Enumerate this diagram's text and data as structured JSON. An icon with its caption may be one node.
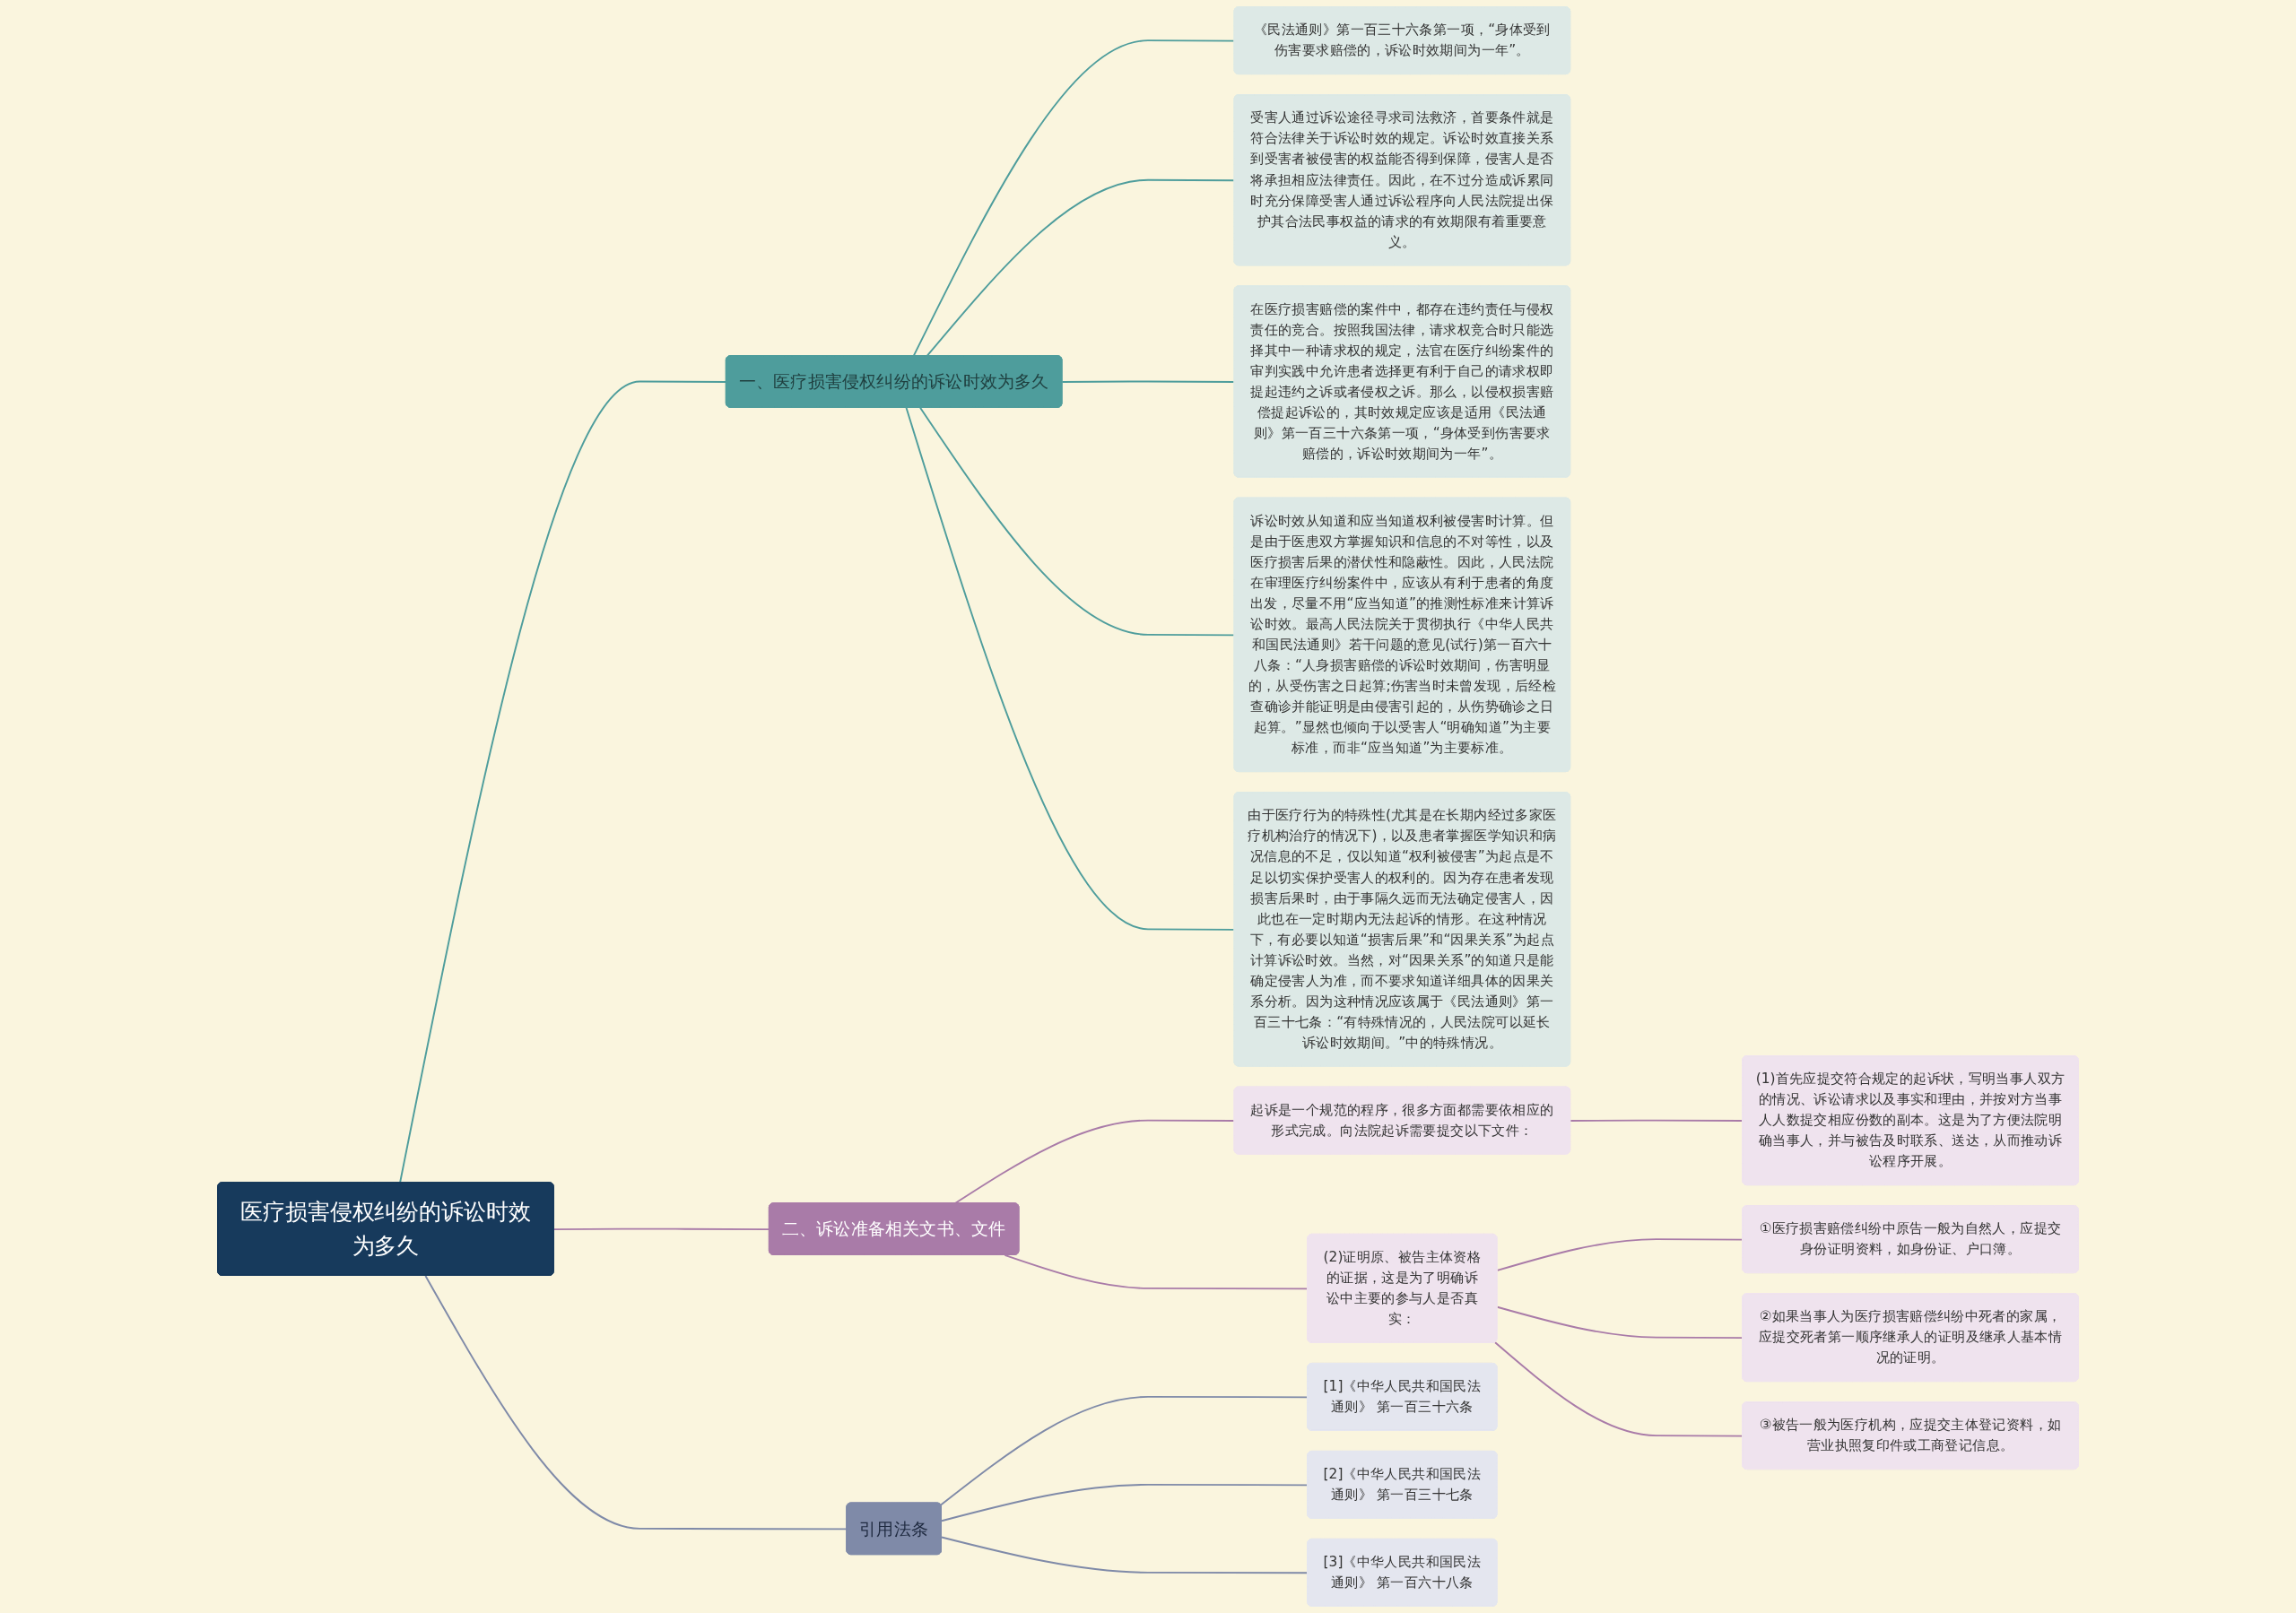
{
  "diagram": {
    "nodes": [
      {
        "text": [
          "医疗损害侵权纠纷的诉讼时效为多久"
        ]
      },
      {
        "text": [
          "一、医疗损害侵权纠纷的诉讼时效为多久"
        ]
      },
      {
        "text": [
          "《民法通则》第一百三十六条第一项，“身体受到伤害要求赔偿的，诉讼时效期间为一年”。"
        ]
      },
      {
        "text": [
          "受害人通过诉讼途径寻求司法救济，首要条件就是符合法律关于诉讼时效的规定。诉讼时效直接关系到受害者被侵害的权益能否得到保障，侵害人是否将承担相应法律责任。因此，在不过分造成诉累同时充分保障受害人通过诉讼程序向人民法院提出保护其合法民事权益的请求的有效期限有着重要意义。"
        ]
      },
      {
        "text": [
          "在医疗损害赔偿的案件中，都存在违约责任与侵权责任的竞合。按照我国法律，请求权竞合时只能选择其中一种请求权的规定，法官在医疗纠纷案件的审判实践中允许患者选择更有利于自己的请求权即提起违约之诉或者侵权之诉。那么，以侵权损害赔偿提起诉讼的，其时效规定应该是适用《民法通则》第一百三十六条第一项，“身体受到伤害要求赔偿的，诉讼时效期间为一年”。"
        ]
      },
      {
        "text": [
          "诉讼时效从知道和应当知道权利被侵害时计算。但是由于医患双方掌握知识和信息的不对等性，以及医疗损害后果的潜伏性和隐蔽性。因此，人民法院在审理医疗纠纷案件中，应该从有利于患者的角度出发，尽量不用“应当知道”的推测性标准来计算诉讼时效。最高人民法院关于贯彻执行《中华人民共和国民法通则》若干问题的意见(试行)第一百六十八条：“人身损害赔偿的诉讼时效期间，伤害明显的，从受伤害之日起算;伤害当时未曾发现，后经检查确诊并能证明是由侵害引起的，从伤势确诊之日起算。”显然也倾向于以受害人“明确知道”为主要标准，而非“应当知道”为主要标准。"
        ]
      },
      {
        "text": [
          "由于医疗行为的特殊性(尤其是在长期内经过多家医疗机构治疗的情况下)，以及患者掌握医学知识和病况信息的不足，仅以知道“权利被侵害”为起点是不足以切实保护受害人的权利的。因为存在患者发现损害后果时，由于事隔久远而无法确定侵害人，因此也在一定时期内无法起诉的情形。在这种情况下，有必要以知道“损害后果”和“因果关系”为起点计算诉讼时效。当然，对“因果关系”的知道只是能确定侵害人为准，而不要求知道详细具体的因果关系分析。因为这种情况应该属于《民法通则》第一百三十七条：“有特殊情况的，人民法院可以延长诉讼时效期间。”中的特殊情况。"
        ]
      },
      {
        "text": [
          "二、诉讼准备相关文书、文件"
        ]
      },
      {
        "text": [
          "起诉是一个规范的程序，很多方面都需要依相应的形式完成。向法院起诉需要提交以下文件："
        ]
      },
      {
        "text": [
          "(1)首先应提交符合规定的起诉状，写明当事人双方的情况、诉讼请求以及事实和理由，并按对方当事人人数提交相应份数的副本。这是为了方便法院明确当事人，并与被告及时联系、送达，从而推动诉讼程序开展。"
        ]
      },
      {
        "text": [
          "(2)证明原、被告主体资格的证据，这是为了明确诉讼中主要的参与人是否真实："
        ]
      },
      {
        "text": [
          "①医疗损害赔偿纠纷中原告一般为自然人，应提交身份证明资料，如身份证、户口簿。"
        ]
      },
      {
        "text": [
          "②如果当事人为医疗损害赔偿纠纷中死者的家属，应提交死者第一顺序继承人的证明及继承人基本情况的证明。"
        ]
      },
      {
        "text": [
          "③被告一般为医疗机构，应提交主体登记资料，如营业执照复印件或工商登记信息。"
        ]
      },
      {
        "text": [
          "引用法条"
        ]
      },
      {
        "text": [
          "[1]《中华人民共和国民法通则》 第一百三十六条"
        ]
      },
      {
        "text": [
          "[2]《中华人民共和国民法通则》 第一百三十七条"
        ]
      },
      {
        "text": [
          "[3]《中华人民共和国民法通则》 第一百六十八条"
        ]
      }
    ],
    "edges": [
      {
        "from": 0,
        "to": 1,
        "arrow": "none",
        "color": "#4e9d9c"
      },
      {
        "from": 1,
        "to": 2,
        "arrow": "none",
        "color": "#4e9d9c"
      },
      {
        "from": 1,
        "to": 3,
        "arrow": "none",
        "color": "#4e9d9c"
      },
      {
        "from": 1,
        "to": 4,
        "arrow": "none",
        "color": "#4e9d9c"
      },
      {
        "from": 1,
        "to": 5,
        "arrow": "none",
        "color": "#4e9d9c"
      },
      {
        "from": 1,
        "to": 6,
        "arrow": "none",
        "color": "#4e9d9c"
      },
      {
        "from": 0,
        "to": 7,
        "arrow": "none"
      },
      {
        "from": 7,
        "to": 8,
        "arrow": "none"
      },
      {
        "from": 8,
        "to": 9,
        "arrow": "none"
      },
      {
        "from": 7,
        "to": 10,
        "arrow": "none"
      },
      {
        "from": 10,
        "to": 11,
        "arrow": "none"
      },
      {
        "from": 10,
        "to": 12,
        "arrow": "none"
      },
      {
        "from": 10,
        "to": 13,
        "arrow": "none"
      },
      {
        "from": 0,
        "to": 14,
        "arrow": "none",
        "color": "#7f8aa8"
      },
      {
        "from": 14,
        "to": 15,
        "arrow": "none",
        "color": "#7f8aa8"
      },
      {
        "from": 14,
        "to": 16,
        "arrow": "none",
        "color": "#7f8aa8"
      },
      {
        "from": 14,
        "to": 17,
        "arrow": "none",
        "color": "#7f8aa8"
      }
    ]
  }
}
